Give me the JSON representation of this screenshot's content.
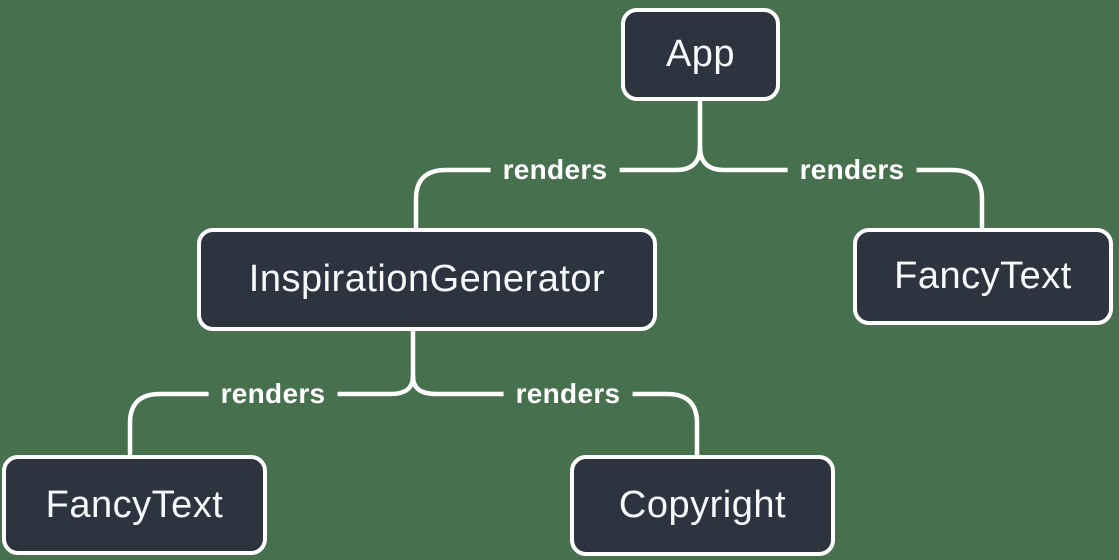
{
  "diagram": {
    "description": "React component render tree",
    "colors": {
      "background": "#47704E",
      "node_fill": "#2D3440",
      "node_border": "#FFFFFF",
      "edge_line": "#FFFFFF",
      "node_text": "#F7F8FA",
      "edge_label_text": "#FFFFFF"
    },
    "nodes": [
      {
        "id": "app",
        "label": "App"
      },
      {
        "id": "inspiration-generator",
        "label": "InspirationGenerator"
      },
      {
        "id": "fancy-text-top",
        "label": "FancyText"
      },
      {
        "id": "fancy-text-bottom",
        "label": "FancyText"
      },
      {
        "id": "copyright",
        "label": "Copyright"
      }
    ],
    "edges": [
      {
        "from": "App",
        "to": "InspirationGenerator",
        "label": "renders"
      },
      {
        "from": "App",
        "to": "FancyText",
        "label": "renders"
      },
      {
        "from": "InspirationGenerator",
        "to": "FancyText",
        "label": "renders"
      },
      {
        "from": "InspirationGenerator",
        "to": "Copyright",
        "label": "renders"
      }
    ]
  }
}
